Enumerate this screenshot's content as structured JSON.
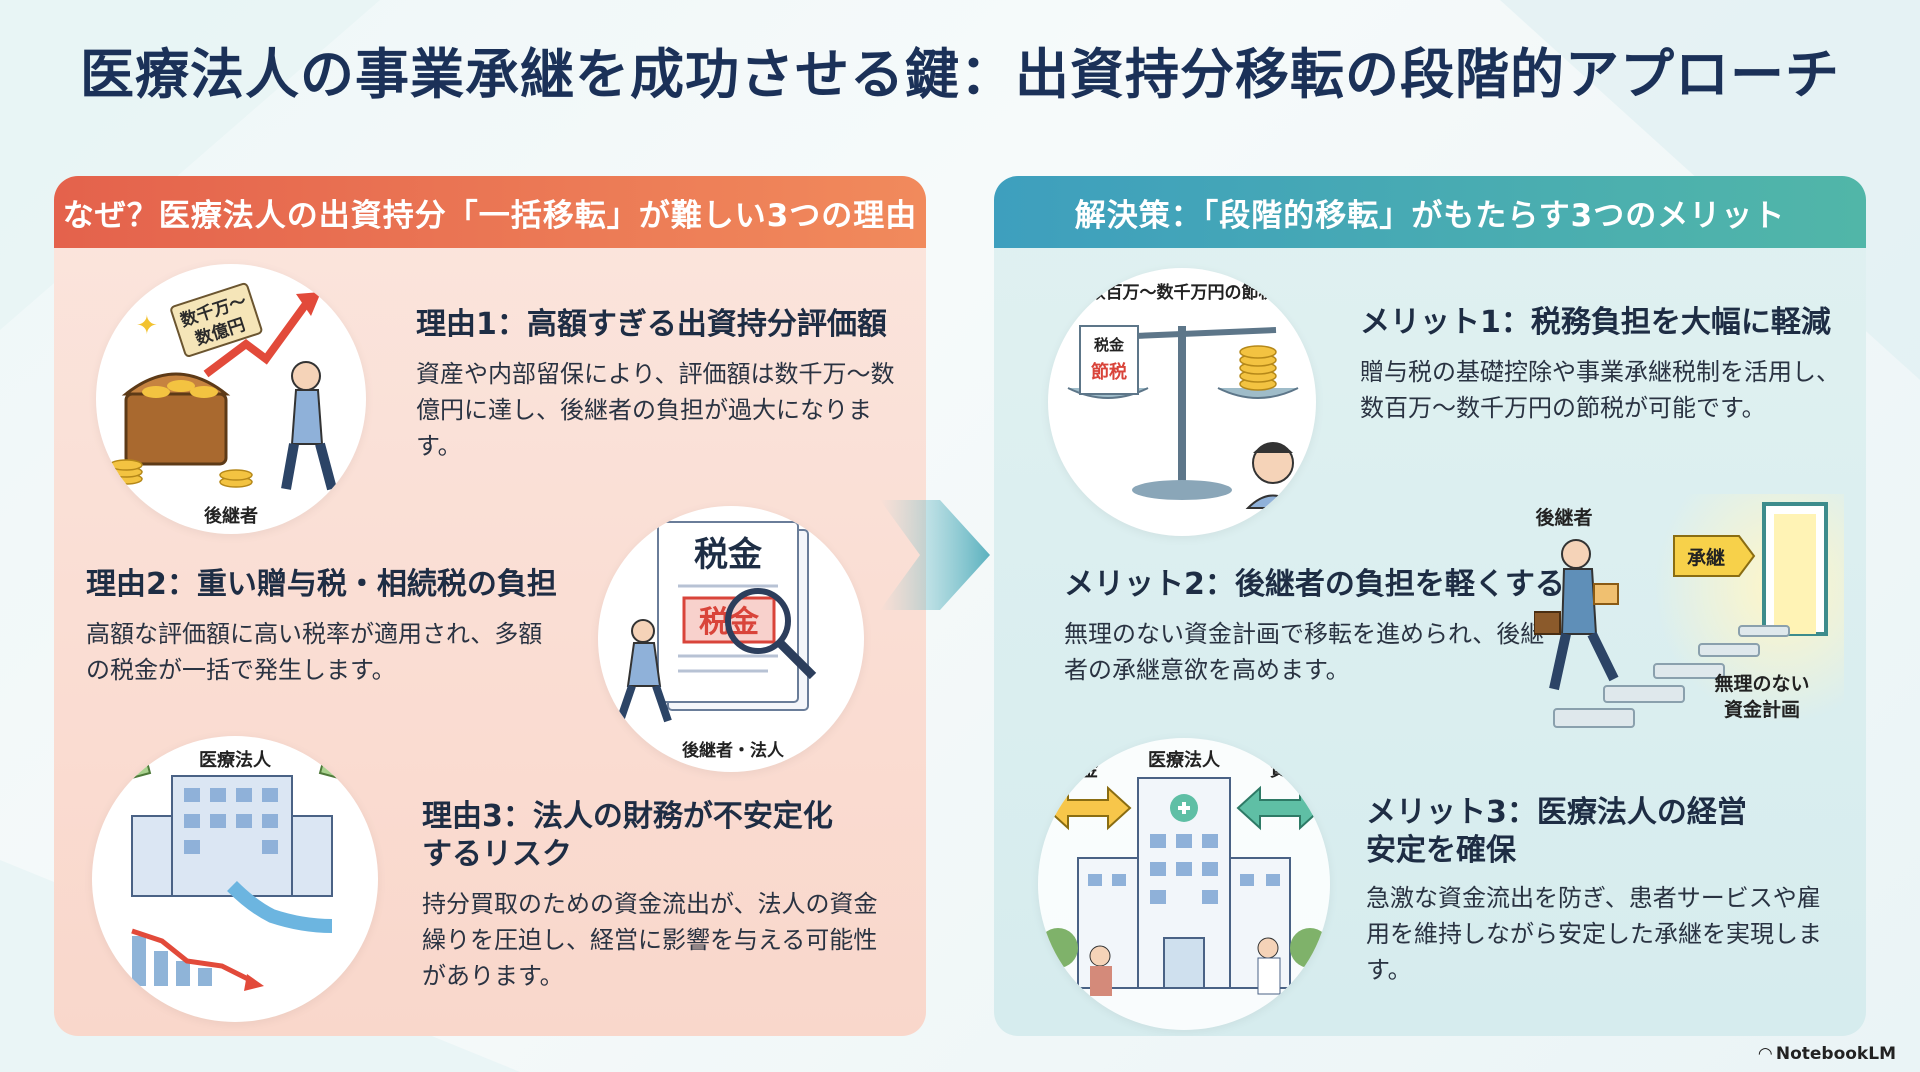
{
  "title": "医療法人の事業承継を成功させる鍵：出資持分移転の段階的アプローチ",
  "colors": {
    "left_accent": "#e4624c",
    "right_accent": "#3e9fbe",
    "title": "#1b3158"
  },
  "left": {
    "header": "なぜ？医療法人の出資持分「一括移転」が難しい3つの理由",
    "reasons": [
      {
        "title": "理由1：高額すぎる出資持分評価額",
        "body": "資産や内部留保により、評価額は数千万〜数億円に達し、後継者の負担が過大になります。",
        "illustration": {
          "name": "treasure-chest-icon",
          "labels": [
            "数千万〜",
            "数億円",
            "後継者"
          ]
        }
      },
      {
        "title": "理由2：重い贈与税・相続税の負担",
        "body": "高額な評価額に高い税率が適用され、多額の税金が一括で発生します。",
        "illustration": {
          "name": "tax-document-icon",
          "labels": [
            "税金",
            "税金",
            "後継者・法人"
          ]
        }
      },
      {
        "title_lines": [
          "理由3：法人の財務が不安定化",
          "するリスク"
        ],
        "body": "持分買取のための資金流出が、法人の資金繰りを圧迫し、経営に影響を与える可能性があります。",
        "illustration": {
          "name": "hospital-decline-icon",
          "labels": [
            "医療法人"
          ]
        }
      }
    ]
  },
  "right": {
    "header": "解決策：「段階的移転」がもたらす3つのメリット",
    "merits": [
      {
        "title": "メリット1：税務負担を大幅に軽減",
        "body": "贈与税の基礎控除や事業承継税制を活用し、数百万〜数千万円の節税が可能です。",
        "illustration": {
          "name": "scale-icon",
          "labels": [
            "数百万〜数千万円の節税",
            "税金",
            "節税"
          ]
        }
      },
      {
        "title": "メリット2：後継者の負担を軽くする",
        "body": "無理のない資金計画で移転を進められ、後継者の承継意欲を高めます。",
        "illustration": {
          "name": "stairs-door-icon",
          "labels": [
            "後継者",
            "承継",
            "無理のない",
            "資金計画"
          ]
        }
      },
      {
        "title_lines": [
          "メリット3：医療法人の経営",
          "安定を確保"
        ],
        "body": "急激な資金流出を防ぎ、患者サービスや雇用を維持しながら安定した承継を実現します。",
        "illustration": {
          "name": "hospital-stable-icon",
          "labels": [
            "資金",
            "医療法人",
            "資金"
          ]
        }
      }
    ]
  },
  "footer": {
    "brand": "NotebookLM"
  }
}
